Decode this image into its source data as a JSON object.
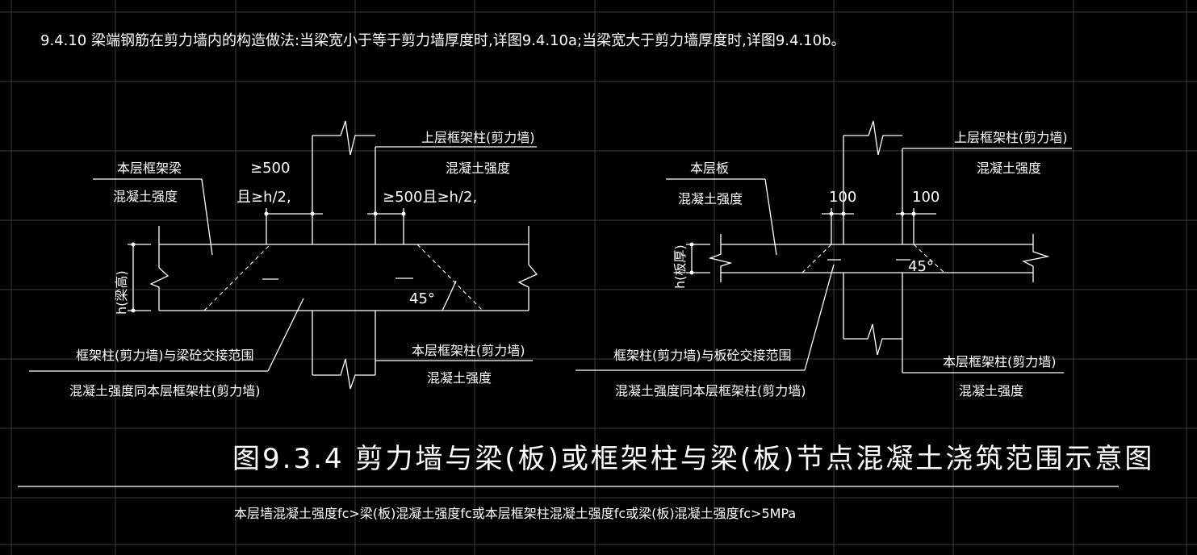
{
  "header": {
    "note": "9.4.10   梁端钢筋在剪力墙内的构造做法:当梁宽小于等于剪力墙厚度时,详图9.4.10a;当梁宽大于剪力墙厚度时,详图9.4.10b。"
  },
  "left_detail": {
    "upper_col_1": "上层框架柱(剪力墙)",
    "upper_col_2": "混凝土强度",
    "beam_1": "本层框架梁",
    "beam_2": "混凝土强度",
    "dim_left_1": "≥500",
    "dim_left_2": "且≥h/2,",
    "dim_right": "≥500且≥h/2,",
    "angle": "45°",
    "height": "h(梁高)",
    "joint_1": "框架柱(剪力墙)与梁砼交接范围",
    "joint_2": "混凝土强度同本层框架柱(剪力墙)",
    "lower_col_1": "本层框架柱(剪力墙)",
    "lower_col_2": "混凝土强度"
  },
  "right_detail": {
    "upper_col_1": "上层框架柱(剪力墙)",
    "upper_col_2": "混凝土强度",
    "slab_1": "本层板",
    "slab_2": "混凝土强度",
    "dim_left": "100",
    "dim_right": "100",
    "angle": "45°",
    "height": "h(板厚)",
    "joint_1": "框架柱(剪力墙)与板砼交接范围",
    "joint_2": "混凝土强度同本层框架柱(剪力墙)",
    "lower_col_1": "本层框架柱(剪力墙)",
    "lower_col_2": "混凝土强度"
  },
  "figure_title": "图9.3.4  剪力墙与梁(板)或框架柱与梁(板)节点混凝土浇筑范围示意图",
  "footnote": "本层墙混凝土强度fc>梁(板)混凝土强度fc或本层框架柱混凝土强度fc或梁(板)混凝土强度fc>5MPa"
}
